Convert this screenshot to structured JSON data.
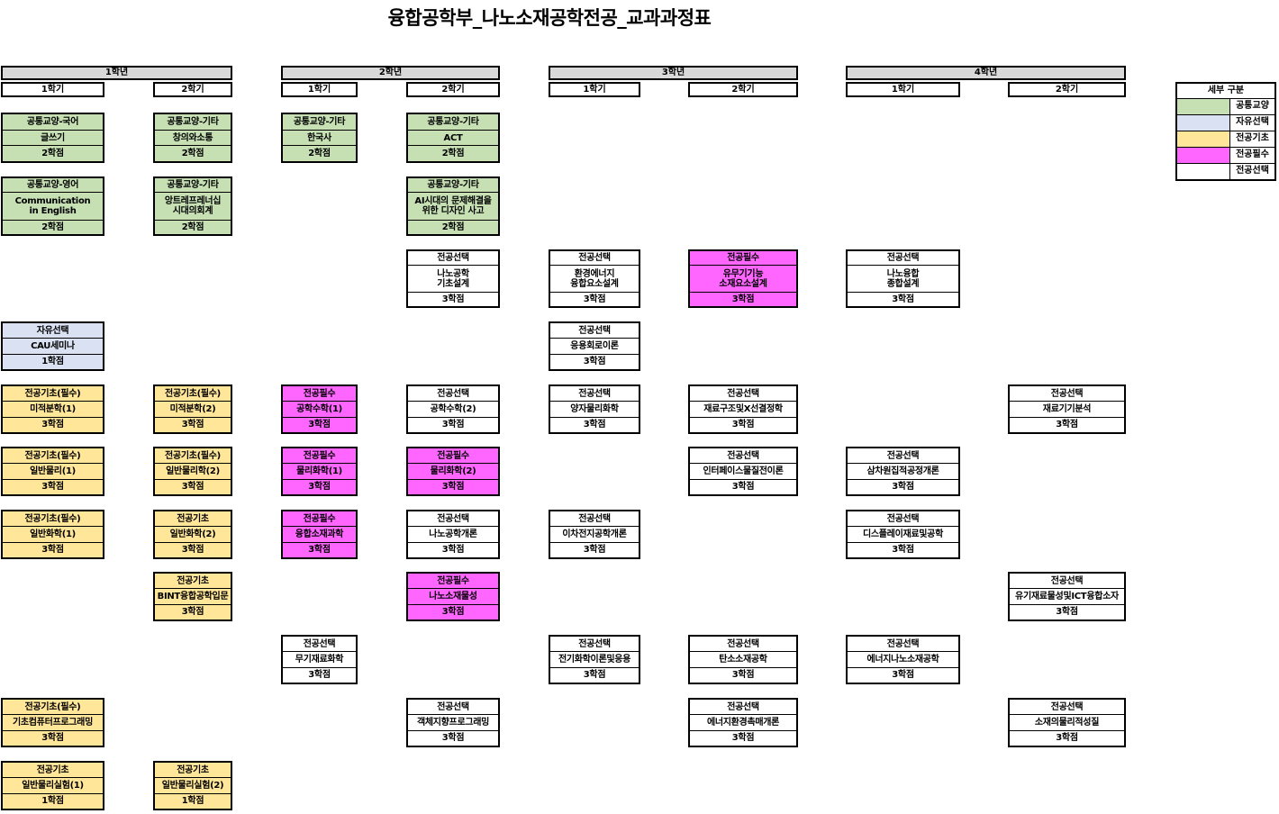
{
  "title": "융합공학부_나노소재공학전공_교과과정표",
  "years": [
    "1학년",
    "2학년",
    "3학년",
    "4학년"
  ],
  "semesters": [
    "1학기",
    "2학기"
  ],
  "legend": {
    "title": "세부 구분",
    "items": [
      {
        "label": "공통교양",
        "color": "#c6e0b4"
      },
      {
        "label": "자유선택",
        "color": "#d9e1f2"
      },
      {
        "label": "전공기초",
        "color": "#ffe699"
      },
      {
        "label": "전공필수",
        "color": "#ff66ff"
      },
      {
        "label": "전공선택",
        "color": "#ffffff"
      }
    ]
  },
  "courses": [
    {
      "cat": "공통교양-국어",
      "name": "글쓰기",
      "credit": "2학점",
      "type": "gyo"
    },
    {
      "cat": "공통교양-기타",
      "name": "창의와소통",
      "credit": "2학점",
      "type": "gyo"
    },
    {
      "cat": "공통교양-기타",
      "name": "한국사",
      "credit": "2학점",
      "type": "gyo"
    },
    {
      "cat": "공통교양-기타",
      "name": "ACT",
      "credit": "2학점",
      "type": "gyo"
    },
    {
      "cat": "공통교양-영어",
      "name": [
        "Communication",
        "in English"
      ],
      "credit": "2학점",
      "type": "gyo"
    },
    {
      "cat": "공통교양-기타",
      "name": [
        "앙트레프레너십",
        "시대의회계"
      ],
      "credit": "2학점",
      "type": "gyo"
    },
    {
      "cat": "공통교양-기타",
      "name": [
        "AI시대의 문제해결을",
        "위한 디자인 사고"
      ],
      "credit": "2학점",
      "type": "gyo"
    },
    {
      "cat": "전공선택",
      "name": [
        "나노공학",
        "기초설계"
      ],
      "credit": "3학점",
      "type": "sel"
    },
    {
      "cat": "전공선택",
      "name": [
        "환경에너지",
        "융합요소설계"
      ],
      "credit": "3학점",
      "type": "sel"
    },
    {
      "cat": "전공필수",
      "name": [
        "유무기기능",
        "소재요소설계"
      ],
      "credit": "3학점",
      "type": "req"
    },
    {
      "cat": "전공선택",
      "name": [
        "나노융합",
        "종합설계"
      ],
      "credit": "3학점",
      "type": "sel"
    },
    {
      "cat": "자유선택",
      "name": "CAU세미나",
      "credit": "1학점",
      "type": "free"
    },
    {
      "cat": "전공선택",
      "name": "응용회로이론",
      "credit": "3학점",
      "type": "sel"
    },
    {
      "cat": "전공기초(필수)",
      "name": "미적분학(1)",
      "credit": "3학점",
      "type": "basic"
    },
    {
      "cat": "전공기초(필수)",
      "name": "미적분학(2)",
      "credit": "3학점",
      "type": "basic"
    },
    {
      "cat": "전공필수",
      "name": "공학수학(1)",
      "credit": "3학점",
      "type": "req"
    },
    {
      "cat": "전공선택",
      "name": "공학수학(2)",
      "credit": "3학점",
      "type": "sel"
    },
    {
      "cat": "전공선택",
      "name": "양자물리화학",
      "credit": "3학점",
      "type": "sel"
    },
    {
      "cat": "전공선택",
      "name": "재료구조및X선결정학",
      "credit": "3학점",
      "type": "sel"
    },
    {
      "cat": "전공선택",
      "name": "재료기기분석",
      "credit": "3학점",
      "type": "sel"
    },
    {
      "cat": "전공기초(필수)",
      "name": "일반물리(1)",
      "credit": "3학점",
      "type": "basic"
    },
    {
      "cat": "전공기초(필수)",
      "name": "일반물리학(2)",
      "credit": "3학점",
      "type": "basic"
    },
    {
      "cat": "전공필수",
      "name": "물리화학(1)",
      "credit": "3학점",
      "type": "req"
    },
    {
      "cat": "전공필수",
      "name": "물리화학(2)",
      "credit": "3학점",
      "type": "req"
    },
    {
      "cat": "전공선택",
      "name": "인터페이스물질전이론",
      "credit": "3학점",
      "type": "sel"
    },
    {
      "cat": "전공선택",
      "name": "삼차원집적공정개론",
      "credit": "3학점",
      "type": "sel"
    },
    {
      "cat": "전공기초(필수)",
      "name": "일반화학(1)",
      "credit": "3학점",
      "type": "basic"
    },
    {
      "cat": "전공기초",
      "name": "일반화학(2)",
      "credit": "3학점",
      "type": "basic"
    },
    {
      "cat": "전공필수",
      "name": "융합소재과학",
      "credit": "3학점",
      "type": "req"
    },
    {
      "cat": "전공선택",
      "name": "나노공학개론",
      "credit": "3학점",
      "type": "sel"
    },
    {
      "cat": "전공선택",
      "name": "이차전지공학개론",
      "credit": "3학점",
      "type": "sel"
    },
    {
      "cat": "전공선택",
      "name": "디스플레이재료및공학",
      "credit": "3학점",
      "type": "sel"
    },
    {
      "cat": "전공기초",
      "name": "BINT융합공학입문",
      "credit": "3학점",
      "type": "basic"
    },
    {
      "cat": "전공필수",
      "name": "나노소재물성",
      "credit": "3학점",
      "type": "req"
    },
    {
      "cat": "전공선택",
      "name": "유기재료물성및ICT융합소자",
      "credit": "3학점",
      "type": "sel"
    },
    {
      "cat": "전공선택",
      "name": "무기재료화학",
      "credit": "3학점",
      "type": "sel"
    },
    {
      "cat": "전공선택",
      "name": "전기화학이론및응용",
      "credit": "3학점",
      "type": "sel"
    },
    {
      "cat": "전공선택",
      "name": "탄소소재공학",
      "credit": "3학점",
      "type": "sel"
    },
    {
      "cat": "전공선택",
      "name": "에너지나노소재공학",
      "credit": "3학점",
      "type": "sel"
    },
    {
      "cat": "전공기초(필수)",
      "name": "기초컴퓨터프로그래밍",
      "credit": "3학점",
      "type": "basic"
    },
    {
      "cat": "전공선택",
      "name": "객체지향프로그래밍",
      "credit": "3학점",
      "type": "sel"
    },
    {
      "cat": "전공선택",
      "name": "에너지환경촉매개론",
      "credit": "3학점",
      "type": "sel"
    },
    {
      "cat": "전공선택",
      "name": "소재의물리적성질",
      "credit": "3학점",
      "type": "sel"
    },
    {
      "cat": "전공기초",
      "name": "일반물리실험(1)",
      "credit": "1학점",
      "type": "basic"
    },
    {
      "cat": "전공기초",
      "name": "일반물리실험(2)",
      "credit": "1학점",
      "type": "basic"
    }
  ]
}
